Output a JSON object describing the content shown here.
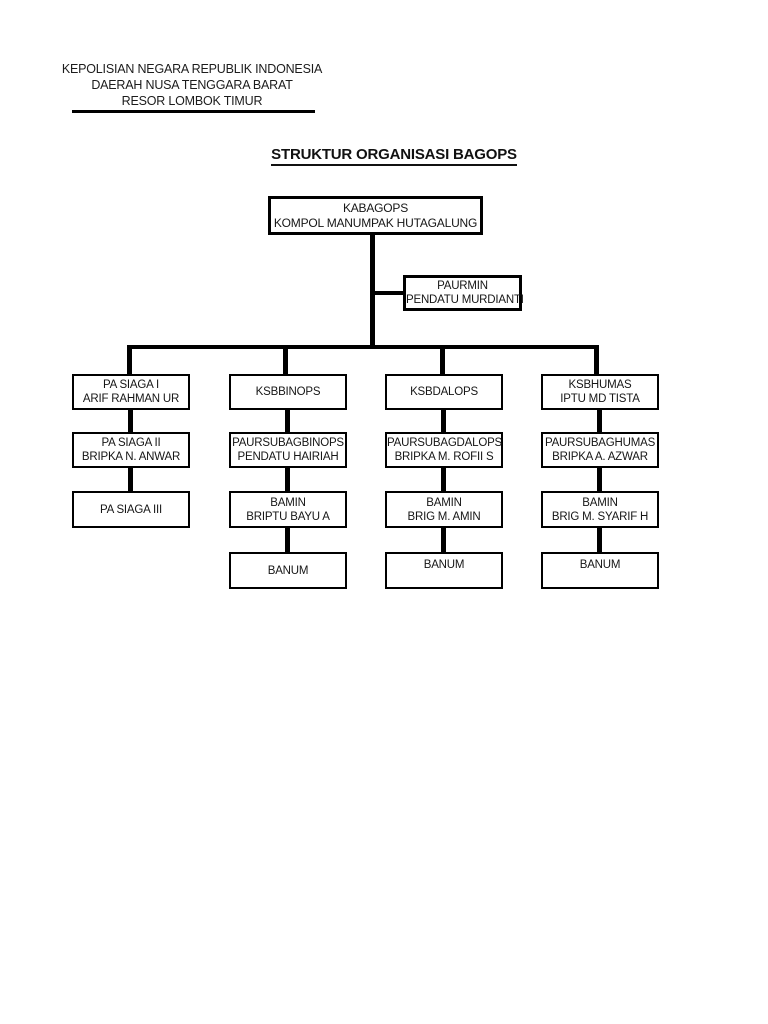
{
  "letterhead": {
    "line1": "KEPOLISIAN NEGARA REPUBLIK INDONESIA",
    "line2": "DAERAH NUSA TENGGARA BARAT",
    "line3": "RESOR LOMBOK TIMUR"
  },
  "title": "STRUKTUR ORGANISASI BAGOPS",
  "org": {
    "root": {
      "title": "KABAGOPS",
      "name": "KOMPOL MANUMPAK HUTAGALUNG"
    },
    "staff": {
      "title": "PAURMIN",
      "name": "PENDATU MURDIANTI"
    },
    "columns": [
      {
        "boxes": [
          {
            "title": "PA SIAGA I",
            "name": "ARIF RAHMAN UR"
          },
          {
            "title": "PA SIAGA II",
            "name": "BRIPKA N. ANWAR"
          },
          {
            "title": "PA SIAGA III",
            "name": ""
          }
        ]
      },
      {
        "boxes": [
          {
            "title": "KSBBINOPS",
            "name": ""
          },
          {
            "title": "PAURSUBAGBINOPS",
            "name": "PENDATU HAIRIAH"
          },
          {
            "title": "BAMIN",
            "name": "BRIPTU BAYU A"
          },
          {
            "title": "BANUM",
            "name": ""
          }
        ]
      },
      {
        "boxes": [
          {
            "title": "KSBDALOPS",
            "name": ""
          },
          {
            "title": "PAURSUBAGDALOPS",
            "name": "BRIPKA M. ROFII S"
          },
          {
            "title": "BAMIN",
            "name": "BRIG M. AMIN"
          },
          {
            "title": "BANUM",
            "name": ""
          }
        ]
      },
      {
        "boxes": [
          {
            "title": "KSBHUMAS",
            "name": "IPTU MD TISTA"
          },
          {
            "title": "PAURSUBAGHUMAS",
            "name": "BRIPKA A. AZWAR"
          },
          {
            "title": "BAMIN",
            "name": "BRIG M. SYARIF H"
          },
          {
            "title": "BANUM",
            "name": ""
          }
        ]
      }
    ]
  },
  "colors": {
    "ink": "#000000",
    "paper": "#ffffff"
  }
}
